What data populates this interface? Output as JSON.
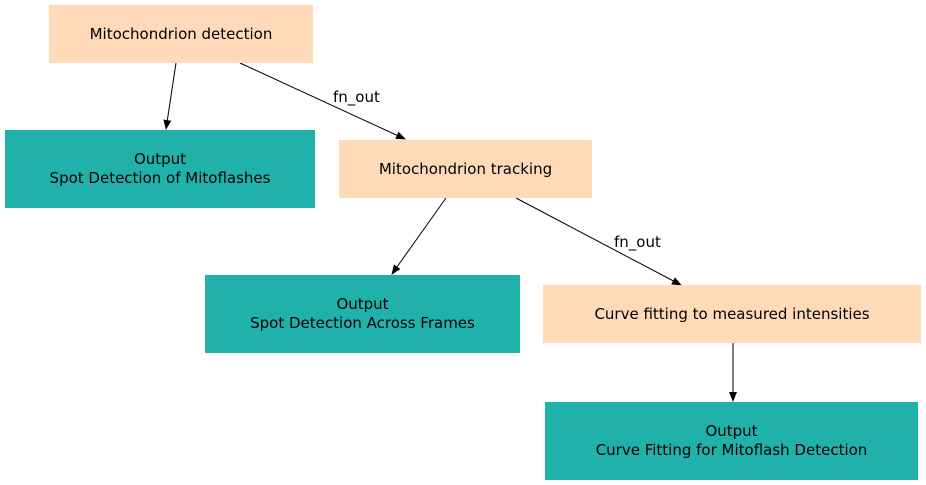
{
  "nodes": {
    "mito_detection": {
      "label": "Mitochondrion detection"
    },
    "output_spot_mitoflashes": {
      "line1": "Output",
      "line2": "Spot Detection of Mitoflashes"
    },
    "mito_tracking": {
      "label": "Mitochondrion tracking"
    },
    "output_spot_frames": {
      "line1": "Output",
      "line2": "Spot Detection Across Frames"
    },
    "curve_fitting": {
      "label": "Curve fitting to measured intensities"
    },
    "output_curve": {
      "line1": "Output",
      "line2": "Curve Fitting for Mitoflash Detection"
    }
  },
  "edges": [
    {
      "from": "mito_detection",
      "to": "output_spot_mitoflashes",
      "label": ""
    },
    {
      "from": "mito_detection",
      "to": "mito_tracking",
      "label": "fn_out"
    },
    {
      "from": "mito_tracking",
      "to": "output_spot_frames",
      "label": ""
    },
    {
      "from": "mito_tracking",
      "to": "curve_fitting",
      "label": "fn_out"
    },
    {
      "from": "curve_fitting",
      "to": "output_curve",
      "label": ""
    }
  ],
  "colors": {
    "step_fill": "#ffdab9",
    "output_fill": "#20b2aa",
    "edge": "#000000"
  }
}
